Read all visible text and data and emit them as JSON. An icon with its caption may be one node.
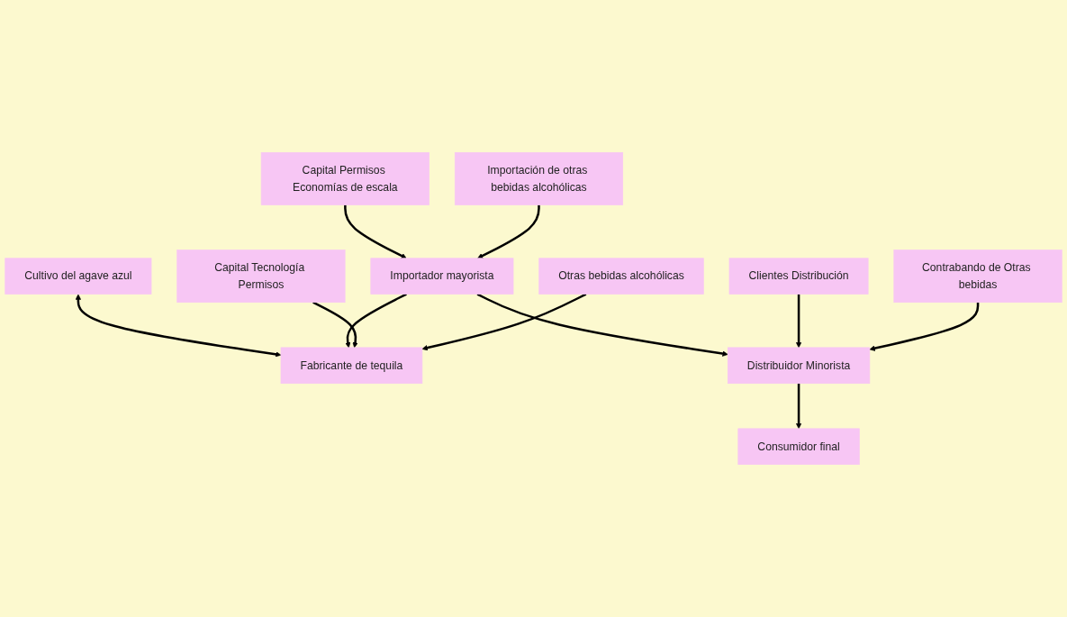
{
  "diagram": {
    "nodes": [
      {
        "text": [
          "Cultivo del agave azul"
        ]
      },
      {
        "text": [
          "Capital Tecnología Permisos"
        ]
      },
      {
        "text": [
          "Capital Permisos Economías de escala"
        ]
      },
      {
        "text": [
          "Clientes Distribución"
        ]
      },
      {
        "text": [
          "Fabricante de tequila"
        ]
      },
      {
        "text": [
          "Importador mayorista"
        ]
      },
      {
        "text": [
          "Distribuidor Minorista"
        ]
      },
      {
        "text": [
          "Consumidor final"
        ]
      },
      {
        "text": [
          "Otras bebidas alcohólicas"
        ]
      },
      {
        "text": [
          "Importación de otras bebidas alcohólicas"
        ]
      },
      {
        "text": [
          "Contrabando de Otras bebidas"
        ]
      }
    ],
    "edges": [
      {
        "from": 0,
        "to": 4,
        "arrow": "both"
      },
      {
        "from": 5,
        "to": 4,
        "arrow": "to"
      },
      {
        "from": 5,
        "to": 6,
        "arrow": "to"
      },
      {
        "from": 6,
        "to": 7,
        "arrow": "to"
      },
      {
        "from": 1,
        "to": 4,
        "arrow": "to"
      },
      {
        "from": 2,
        "to": 5,
        "arrow": "to"
      },
      {
        "from": 3,
        "to": 6,
        "arrow": "to"
      },
      {
        "from": 8,
        "to": 4,
        "arrow": "to"
      },
      {
        "from": 9,
        "to": 5,
        "arrow": "to"
      },
      {
        "from": 10,
        "to": 6,
        "arrow": "to"
      }
    ]
  }
}
